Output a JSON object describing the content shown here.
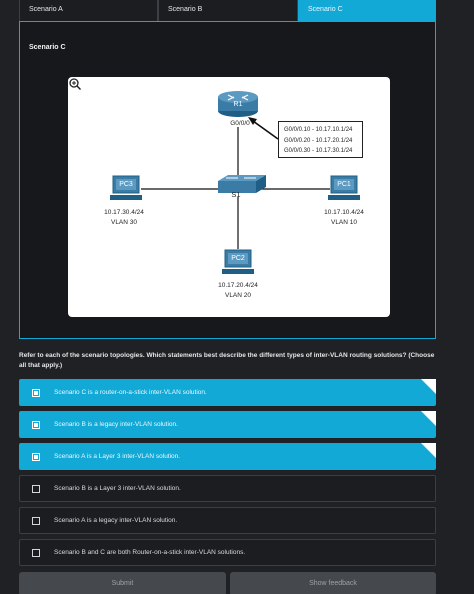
{
  "tabs": [
    {
      "label": "Scenario A"
    },
    {
      "label": "Scenario B"
    },
    {
      "label": "Scenario C"
    }
  ],
  "panel": {
    "title": "Scenario C",
    "diagram": {
      "router": {
        "name": "R1",
        "interface": "G0/0/0"
      },
      "callout": [
        "G0/0/0.10 - 10.17.10.1/24",
        "G0/0/0.20 - 10.17.20.1/24",
        "G0/0/0.30 - 10.17.30.1/24"
      ],
      "switch": {
        "name": "S1"
      },
      "pc3": {
        "name": "PC3",
        "ip": "10.17.30.4/24",
        "vlan": "VLAN 30"
      },
      "pc1": {
        "name": "PC1",
        "ip": "10.17.10.4/24",
        "vlan": "VLAN 10"
      },
      "pc2": {
        "name": "PC2",
        "ip": "10.17.20.4/24",
        "vlan": "VLAN 20"
      },
      "zoom_icon": "magnifier-plus-icon"
    }
  },
  "question": "Refer to each of the scenario topologies. Which statements best describe the different types of inter-VLAN routing solutions? (Choose all that apply.)",
  "options": [
    {
      "label": "Scenario C is a router-on-a-stick inter-VLAN solution.",
      "selected": true
    },
    {
      "label": "Scenario B is a legacy inter-VLAN solution.",
      "selected": true
    },
    {
      "label": "Scenario A is a Layer 3 inter-VLAN solution.",
      "selected": true
    },
    {
      "label": "Scenario B is a Layer 3 inter-VLAN solution.",
      "selected": false
    },
    {
      "label": "Scenario A is a legacy inter-VLAN solution.",
      "selected": false
    },
    {
      "label": "Scenario B and C are both Router-on-a-stick inter-VLAN solutions.",
      "selected": false
    }
  ],
  "buttons": {
    "submit": "Submit",
    "feedback": "Show feedback"
  },
  "colors": {
    "accent": "#12a9d6",
    "background": "#1f2124",
    "device_blue": "#3a7ca5"
  }
}
